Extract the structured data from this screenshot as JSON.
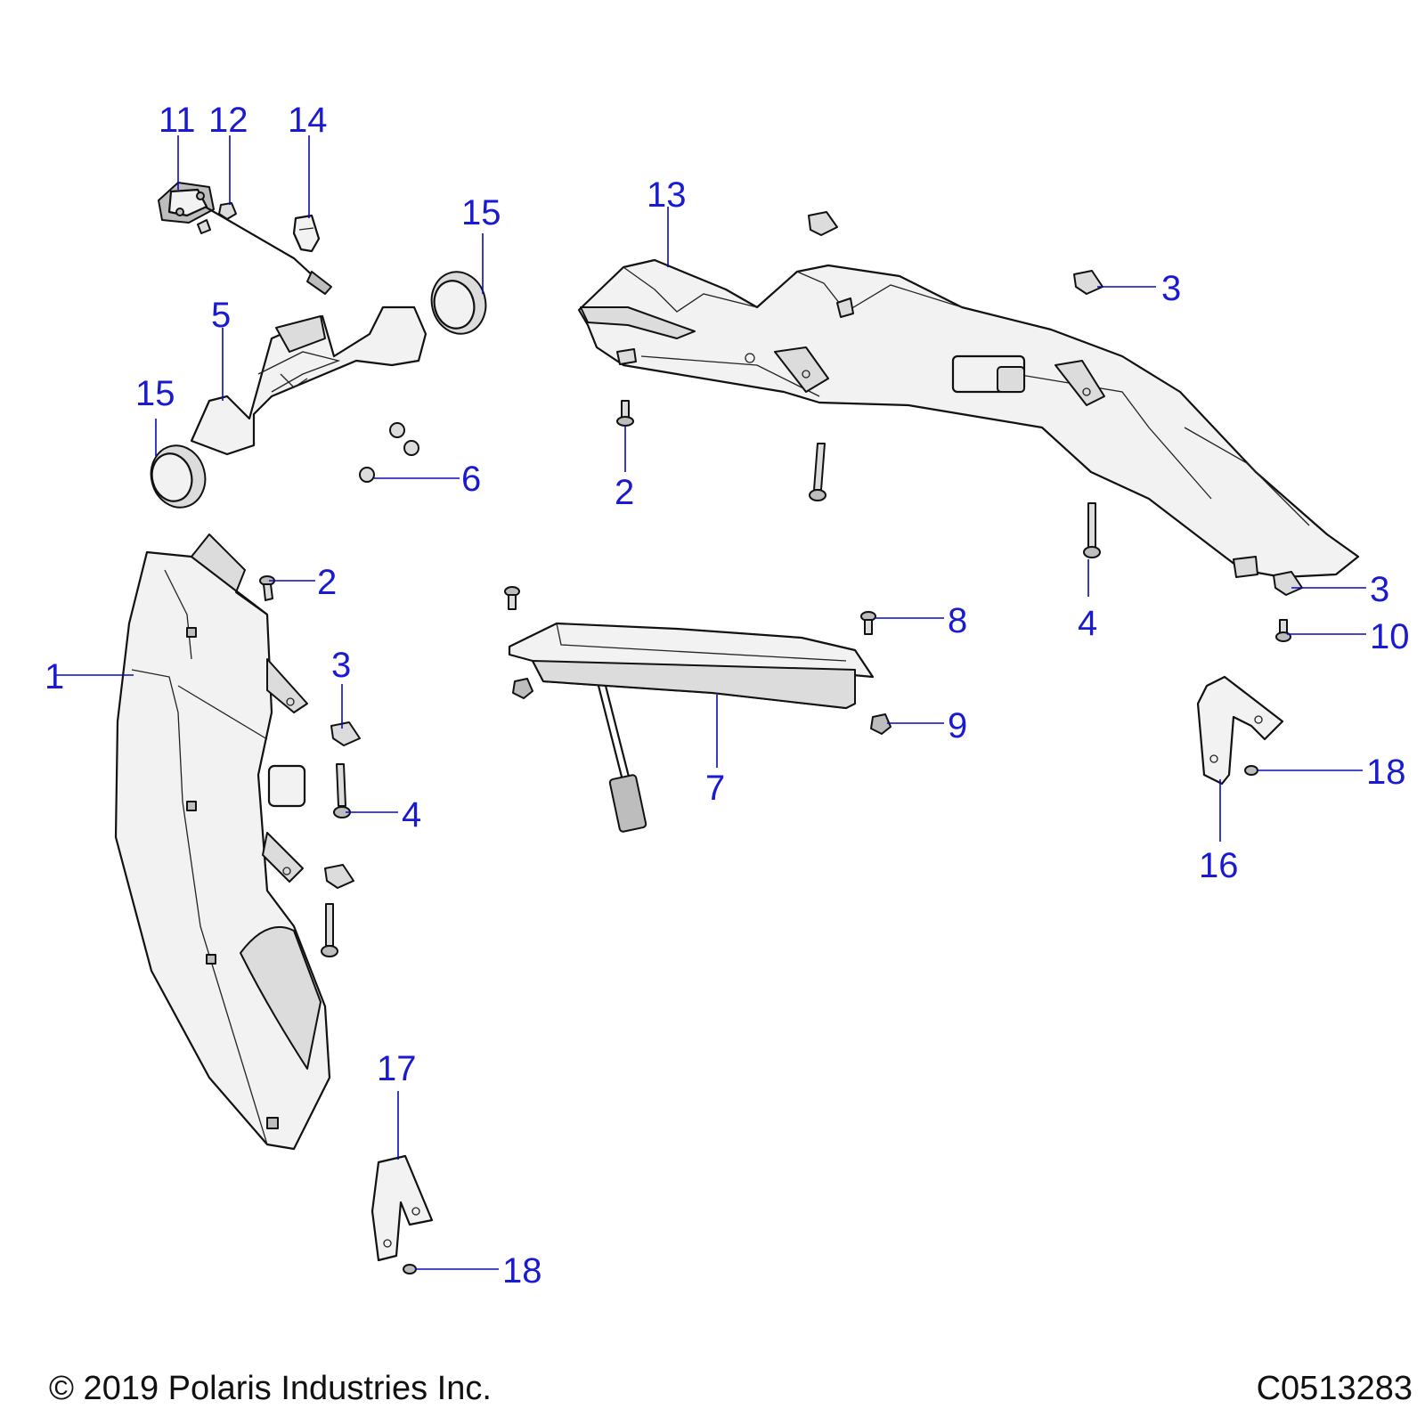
{
  "callouts": [
    {
      "id": "c1",
      "label": "1"
    },
    {
      "id": "c2a",
      "label": "2"
    },
    {
      "id": "c2b",
      "label": "2"
    },
    {
      "id": "c3a",
      "label": "3"
    },
    {
      "id": "c3b",
      "label": "3"
    },
    {
      "id": "c3c",
      "label": "3"
    },
    {
      "id": "c4a",
      "label": "4"
    },
    {
      "id": "c4b",
      "label": "4"
    },
    {
      "id": "c5",
      "label": "5"
    },
    {
      "id": "c6",
      "label": "6"
    },
    {
      "id": "c7",
      "label": "7"
    },
    {
      "id": "c8",
      "label": "8"
    },
    {
      "id": "c9",
      "label": "9"
    },
    {
      "id": "c10",
      "label": "10"
    },
    {
      "id": "c11",
      "label": "11"
    },
    {
      "id": "c12",
      "label": "12"
    },
    {
      "id": "c13",
      "label": "13"
    },
    {
      "id": "c14",
      "label": "14"
    },
    {
      "id": "c15a",
      "label": "15"
    },
    {
      "id": "c15b",
      "label": "15"
    },
    {
      "id": "c16",
      "label": "16"
    },
    {
      "id": "c17",
      "label": "17"
    },
    {
      "id": "c18a",
      "label": "18"
    },
    {
      "id": "c18b",
      "label": "18"
    }
  ],
  "footer": {
    "copyright": "© 2019 Polaris Industries Inc.",
    "drawing_number": "C0513283"
  },
  "colors": {
    "callout": "#1a1ad0",
    "leader": "#0a0ab8",
    "part_fill": "#f2f2f2",
    "outline": "#111111"
  }
}
